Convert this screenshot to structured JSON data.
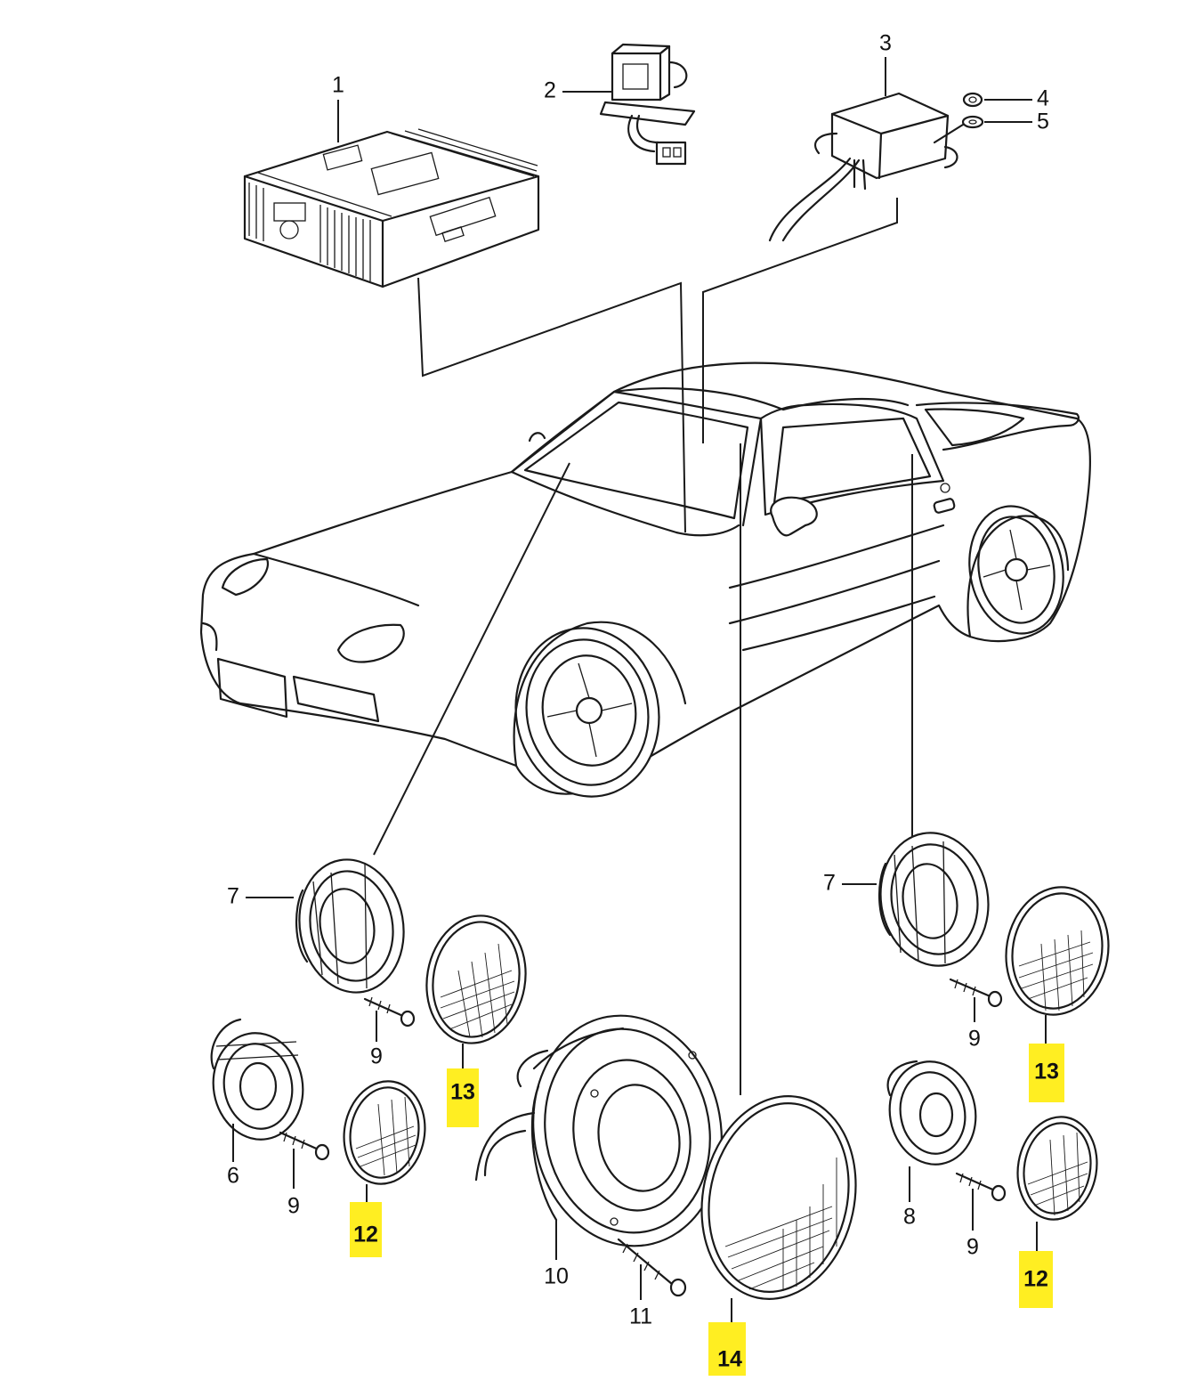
{
  "colors": {
    "line": "#1a1a1a",
    "highlight": "#ffee22",
    "background": "#ffffff"
  },
  "callouts": [
    {
      "label": "1",
      "highlighted": false
    },
    {
      "label": "2",
      "highlighted": false
    },
    {
      "label": "3",
      "highlighted": false
    },
    {
      "label": "4",
      "highlighted": false
    },
    {
      "label": "5",
      "highlighted": false
    },
    {
      "label": "7",
      "highlighted": false
    },
    {
      "label": "7",
      "highlighted": false
    },
    {
      "label": "9",
      "highlighted": false
    },
    {
      "label": "9",
      "highlighted": false
    },
    {
      "label": "9",
      "highlighted": false
    },
    {
      "label": "9",
      "highlighted": false
    },
    {
      "label": "6",
      "highlighted": false
    },
    {
      "label": "8",
      "highlighted": false
    },
    {
      "label": "10",
      "highlighted": false
    },
    {
      "label": "11",
      "highlighted": false
    },
    {
      "label": "13",
      "highlighted": true
    },
    {
      "label": "13",
      "highlighted": true
    },
    {
      "label": "12",
      "highlighted": true
    },
    {
      "label": "12",
      "highlighted": true
    },
    {
      "label": "14",
      "highlighted": true
    }
  ]
}
